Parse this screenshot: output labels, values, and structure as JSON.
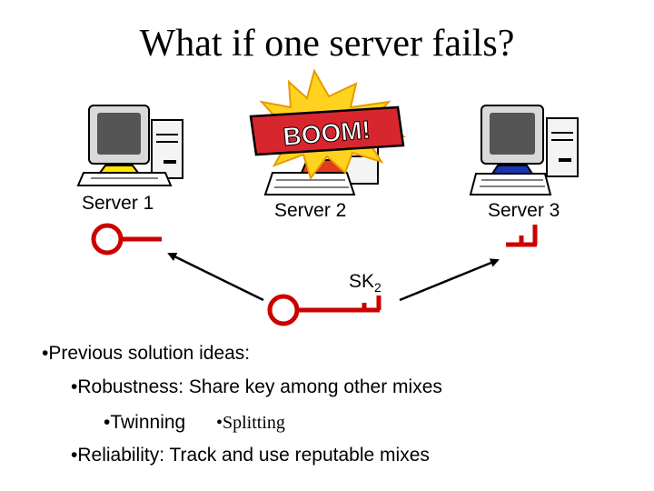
{
  "title": "What if one server fails?",
  "servers": [
    {
      "label": "Server 1"
    },
    {
      "label": "Server 2",
      "status": "failed"
    },
    {
      "label": "Server 3"
    }
  ],
  "key_label": {
    "main": "SK",
    "subscript": "2"
  },
  "boom_text": "BOOM!",
  "bullets": {
    "main": "•Previous solution ideas:",
    "robustness": "•Robustness: Share key among other mixes",
    "twinning": "•Twinning",
    "splitting": "•Splitting",
    "reliability": "•Reliability: Track and use reputable mixes"
  },
  "colors": {
    "key": "#cc0000",
    "boom_fill": "#d8262e",
    "burst": "#ffd21f",
    "server1_base": "#ffe600",
    "server2_base": "#e53b1c",
    "server3_base": "#1a36b5"
  }
}
